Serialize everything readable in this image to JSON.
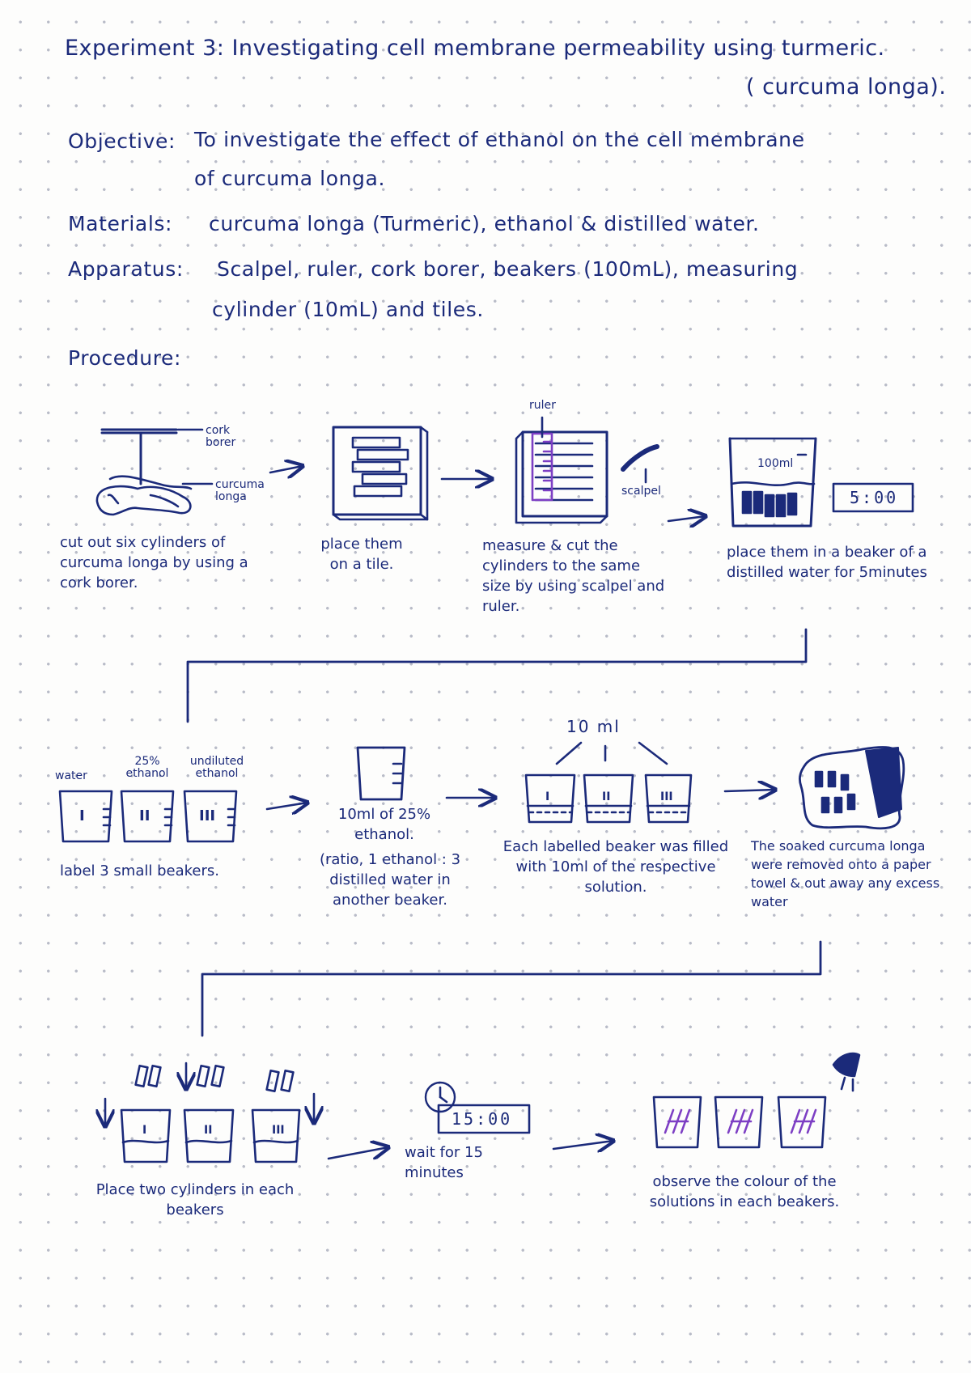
{
  "header": {
    "title_line1": "Experiment 3: Investigating cell membrane permeability using turmeric.",
    "title_line2": "( curcuma longa)."
  },
  "objective": {
    "label": "Objective:",
    "line1": "To investigate the effect of ethanol on the cell membrane",
    "line2": "of curcuma longa."
  },
  "materials": {
    "label": "Materials:",
    "text": "curcuma longa (Turmeric), ethanol & distilled water."
  },
  "apparatus": {
    "label": "Apparatus:",
    "line1": "Scalpel, ruler, cork borer, beakers (100mL), measuring",
    "line2": "cylinder (10mL) and tiles."
  },
  "procedure": {
    "label": "Procedure:",
    "row1": {
      "step1": {
        "label_cork": "cork borer",
        "label_curcuma": "curcuma longa",
        "caption": "cut out six cylinders of curcuma longa by using a cork borer."
      },
      "step2": {
        "caption": "place them on a tile."
      },
      "step3": {
        "label_ruler": "ruler",
        "label_scalpel": "scalpel",
        "caption": "measure & cut the cylinders to the same size by using scalpel and ruler."
      },
      "step4": {
        "beaker_mark": "100ml",
        "timer": "5:00",
        "caption": "place them in a beaker of a distilled water for 5minutes"
      }
    },
    "row2": {
      "step5": {
        "label_water": "water",
        "label_25": "25% ethanol",
        "label_undiluted": "undiluted ethanol",
        "beaker_numbers": [
          "I",
          "II",
          "III"
        ],
        "caption": "label 3 small beakers."
      },
      "step6": {
        "caption_top": "10ml of 25% ethanol.",
        "caption": "(ratio, 1 ethanol : 3 distilled water in another beaker."
      },
      "step7": {
        "volume": "10 ml",
        "beaker_numbers": [
          "I",
          "II",
          "III"
        ],
        "caption": "Each labelled beaker was filled with 10ml of the respective solution."
      },
      "step8": {
        "caption": "The soaked curcuma longa were removed onto a paper towel & out away any excess water"
      }
    },
    "row3": {
      "step9": {
        "beaker_numbers": [
          "I",
          "II",
          "III"
        ],
        "caption": "Place two cylinders in each beakers"
      },
      "step10": {
        "timer": "15:00",
        "caption": "wait for 15 minutes"
      },
      "step11": {
        "caption": "observe the colour of the solutions in each beakers."
      }
    }
  },
  "colors": {
    "ink": "#1b2a7a",
    "purple": "#7d3fc4",
    "paper": "#fdfdfc",
    "dot": "#b9bcc8"
  }
}
